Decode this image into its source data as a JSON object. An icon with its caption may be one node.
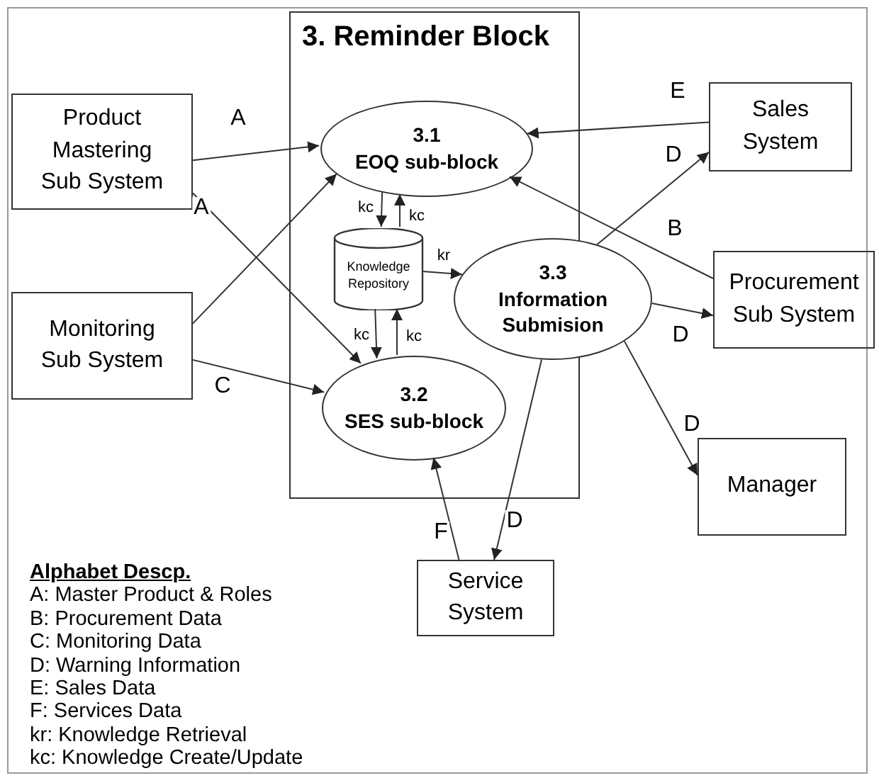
{
  "diagram": {
    "nodes": [
      {
        "text": [
          "3. Reminder Block"
        ]
      },
      {
        "text": [
          "3.1",
          "EOQ sub-block"
        ],
        "in": 0
      },
      {
        "text": [
          "Knowledge Repository"
        ],
        "in": 0
      },
      {
        "text": [
          "3.2",
          "SES sub-block"
        ],
        "in": 0
      },
      {
        "text": [
          "3.3",
          "Information Submision"
        ]
      },
      {
        "text": [
          "Product Mastering Sub System"
        ]
      },
      {
        "text": [
          "Monitoring Sub System"
        ]
      },
      {
        "text": [
          "Sales System"
        ]
      },
      {
        "text": [
          "Procurement Sub System"
        ]
      },
      {
        "text": [
          "Manager"
        ]
      },
      {
        "text": [
          "Service System"
        ]
      }
    ],
    "edges": [
      {
        "from": 5,
        "to": 1,
        "arrow": "to",
        "label": "A"
      },
      {
        "from": 5,
        "to": 3,
        "arrow": "to",
        "label": "A"
      },
      {
        "from": 6,
        "to": 1,
        "arrow": "to"
      },
      {
        "from": 6,
        "to": 3,
        "arrow": "to",
        "label": "C"
      },
      {
        "from": 7,
        "to": 1,
        "arrow": "to",
        "label": "E"
      },
      {
        "from": 4,
        "to": 7,
        "arrow": "to",
        "label": "D"
      },
      {
        "from": 8,
        "to": 1,
        "arrow": "to",
        "label": "B"
      },
      {
        "from": 4,
        "to": 8,
        "arrow": "to",
        "label": "D"
      },
      {
        "from": 4,
        "to": 9,
        "arrow": "to",
        "label": "D"
      },
      {
        "from": 4,
        "to": 10,
        "arrow": "to",
        "label": "D"
      },
      {
        "from": 10,
        "to": 3,
        "arrow": "to",
        "label": "F"
      },
      {
        "from": 1,
        "to": 2,
        "arrow": "to",
        "label": "kc"
      },
      {
        "from": 2,
        "to": 1,
        "arrow": "to",
        "label": "kc"
      },
      {
        "from": 2,
        "to": 3,
        "arrow": "to",
        "label": "kc"
      },
      {
        "from": 3,
        "to": 2,
        "arrow": "to",
        "label": "kc"
      },
      {
        "from": 2,
        "to": 4,
        "arrow": "to",
        "label": "kr"
      }
    ],
    "labels": [
      "Alphabet Descp.",
      "A: Master Product & Roles",
      "B: Procurement Data",
      "C: Monitoring Data",
      "D: Warning Information",
      "E: Sales Data",
      "F: Services Data",
      "kr: Knowledge Retrieval",
      "kc: Knowledge Create/Update"
    ]
  }
}
